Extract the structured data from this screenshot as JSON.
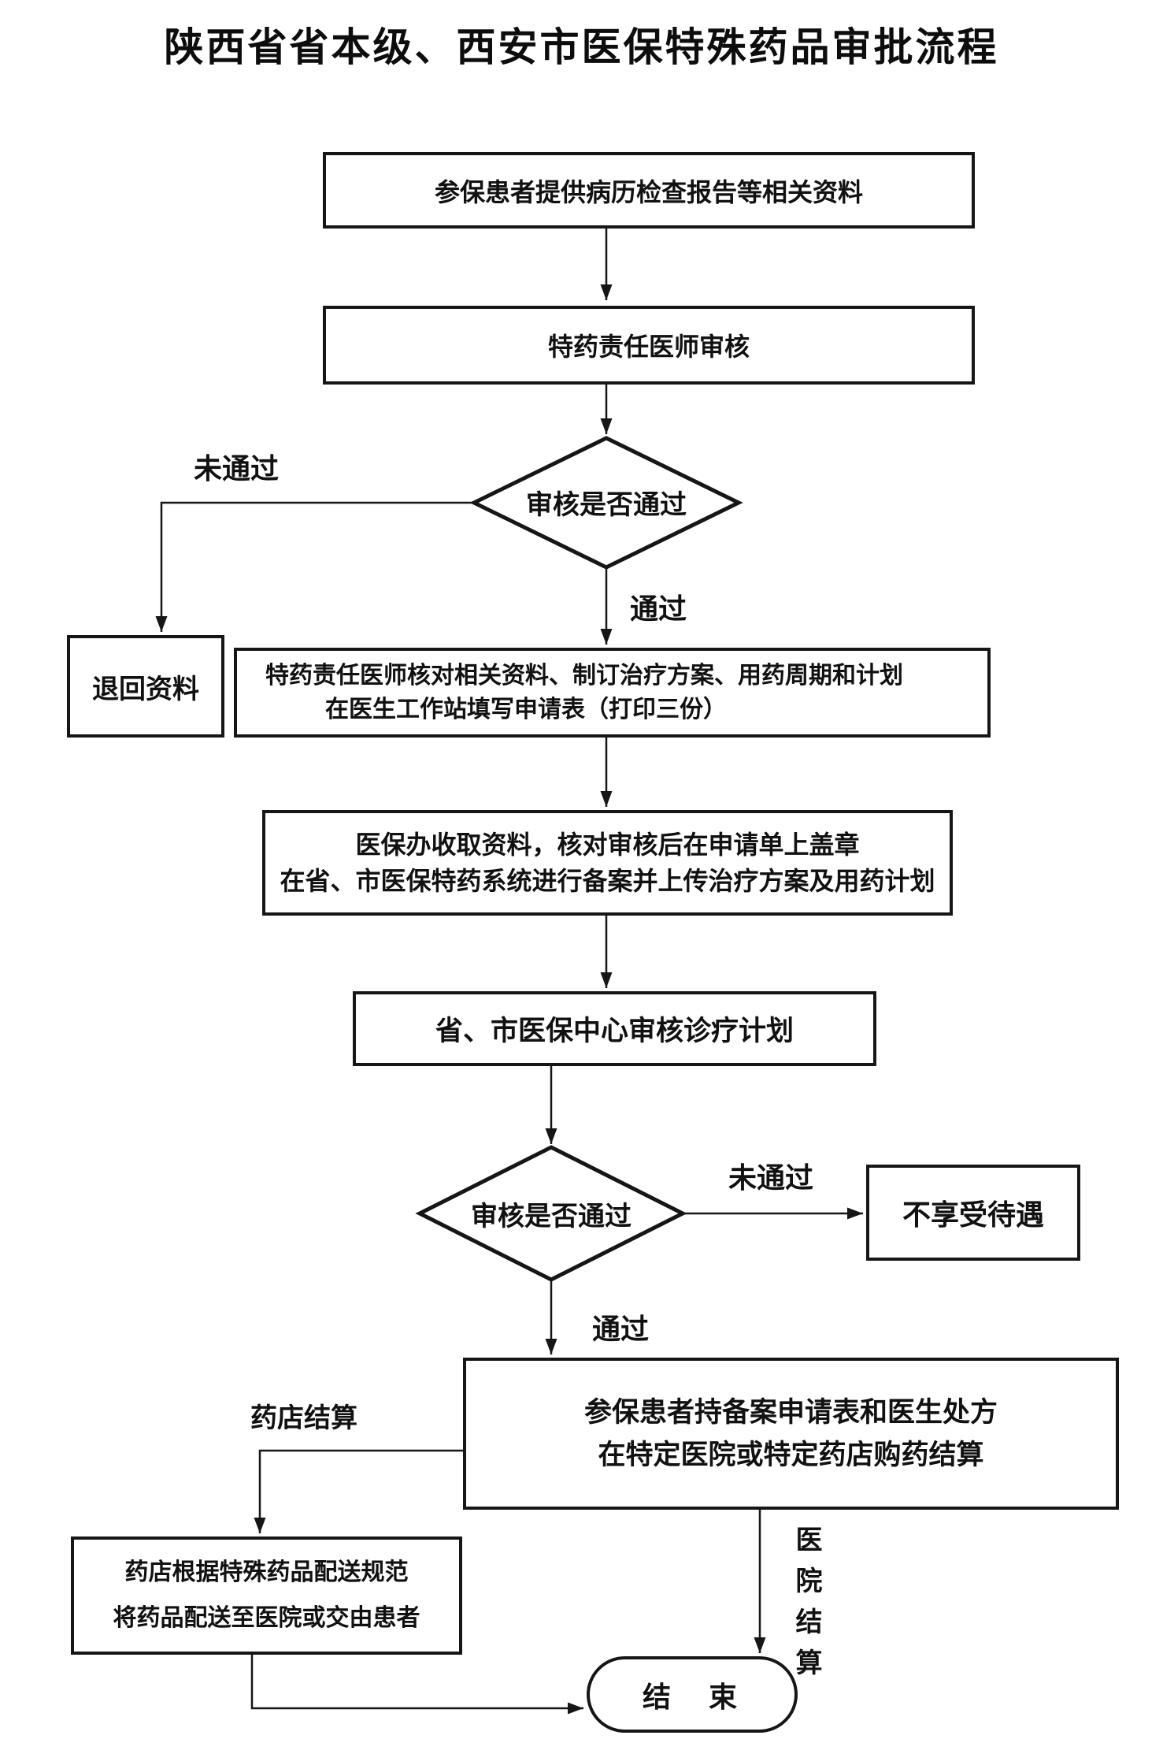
{
  "title": "陕西省省本级、西安市医保特殊药品审批流程",
  "flowchart": {
    "nodes": {
      "provide_materials": {
        "type": "process",
        "label": "参保患者提供病历检查报告等相关资料"
      },
      "specialist_review": {
        "type": "process",
        "label": "特药责任医师审核"
      },
      "review_decision_1": {
        "type": "decision",
        "label": "审核是否通过"
      },
      "return_materials": {
        "type": "process",
        "label": "退回资料"
      },
      "make_plan": {
        "type": "process",
        "line1": "特药责任医师核对相关资料、制订治疗方案、用药周期和计划",
        "line2": "在医生工作站填写申请表（打印三份）"
      },
      "insurance_office": {
        "type": "process",
        "line1": "医保办收取资料，核对审核后在申请单上盖章",
        "line2": "在省、市医保特药系统进行备案并上传治疗方案及用药计划"
      },
      "center_review": {
        "type": "process",
        "label": "省、市医保中心审核诊疗计划"
      },
      "review_decision_2": {
        "type": "decision",
        "label": "审核是否通过"
      },
      "no_benefit": {
        "type": "process",
        "label": "不享受待遇"
      },
      "purchase_settle": {
        "type": "process",
        "line1": "参保患者持备案申请表和医生处方",
        "line2": "在特定医院或特定药店购药结算"
      },
      "pharmacy_delivery": {
        "type": "process",
        "line1": "药店根据特殊药品配送规范",
        "line2": "将药品配送至医院或交由患者"
      },
      "end_terminal": {
        "type": "terminal",
        "label": "结　束"
      }
    },
    "edge_labels": {
      "decision1_fail": "未通过",
      "decision1_pass": "通过",
      "decision2_fail": "未通过",
      "decision2_pass": "通过",
      "pharmacy_settlement": "药店结算",
      "hospital_settlement": "医院结算"
    },
    "edges": [
      {
        "from": "provide_materials",
        "to": "specialist_review",
        "label": ""
      },
      {
        "from": "specialist_review",
        "to": "review_decision_1",
        "label": ""
      },
      {
        "from": "review_decision_1",
        "to": "return_materials",
        "label": "未通过"
      },
      {
        "from": "review_decision_1",
        "to": "make_plan",
        "label": "通过"
      },
      {
        "from": "make_plan",
        "to": "insurance_office",
        "label": ""
      },
      {
        "from": "insurance_office",
        "to": "center_review",
        "label": ""
      },
      {
        "from": "center_review",
        "to": "review_decision_2",
        "label": ""
      },
      {
        "from": "review_decision_2",
        "to": "no_benefit",
        "label": "未通过"
      },
      {
        "from": "review_decision_2",
        "to": "purchase_settle",
        "label": "通过"
      },
      {
        "from": "purchase_settle",
        "to": "pharmacy_delivery",
        "label": "药店结算"
      },
      {
        "from": "purchase_settle",
        "to": "end_terminal",
        "label": "医院结算"
      },
      {
        "from": "pharmacy_delivery",
        "to": "end_terminal",
        "label": ""
      }
    ]
  },
  "colors": {
    "background": "#ffffff",
    "line": "#161616",
    "text": "#111111"
  }
}
